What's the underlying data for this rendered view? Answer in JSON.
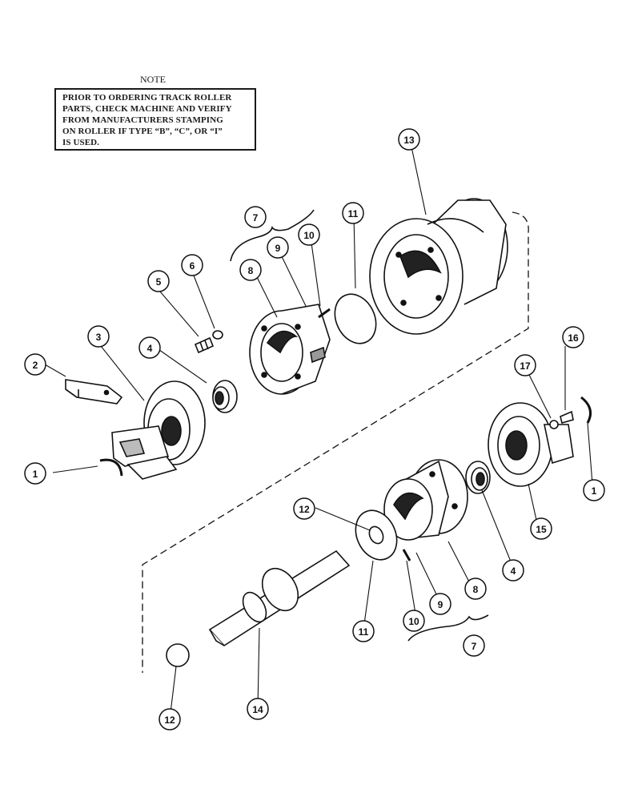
{
  "note": {
    "title": "NOTE",
    "lines": [
      "PRIOR TO ORDERING TRACK ROLLER",
      "PARTS, CHECK MACHINE AND VERIFY",
      "FROM MANUFACTURERS STAMPING",
      "ON ROLLER IF TYPE “B”, “C”, OR “I”",
      "IS USED."
    ]
  },
  "callouts": {
    "c1a": "1",
    "c1b": "1",
    "c2": "2",
    "c3": "3",
    "c4a": "4",
    "c4b": "4",
    "c5": "5",
    "c6": "6",
    "c7a": "7",
    "c7b": "7",
    "c8a": "8",
    "c8b": "8",
    "c9a": "9",
    "c9b": "9",
    "c10a": "10",
    "c10b": "10",
    "c11a": "11",
    "c11b": "11",
    "c12a": "12",
    "c12b": "12",
    "c13": "13",
    "c14": "14",
    "c15": "15",
    "c16": "16",
    "c17": "17"
  }
}
